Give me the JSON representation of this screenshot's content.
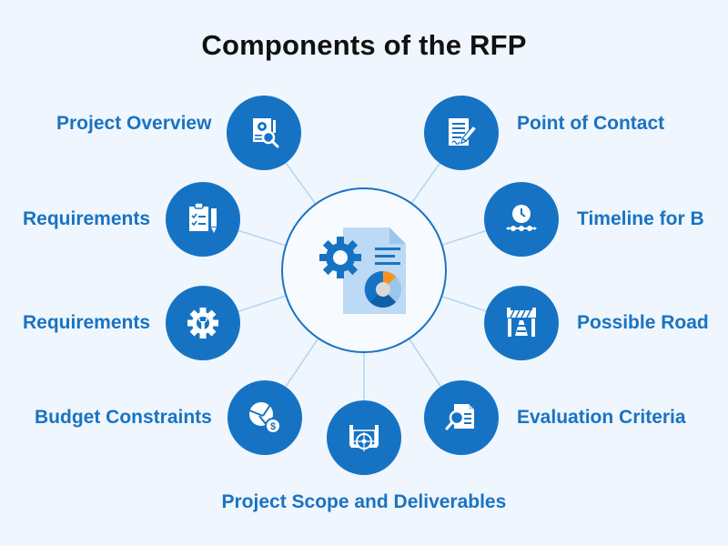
{
  "title": "Components of the RFP",
  "colors": {
    "background": "#eff6fe",
    "node_fill": "#1673c4",
    "label_text": "#1a73c2",
    "connector": "#b8d5f0",
    "hub_border": "#1a73c2",
    "hub_fill": "#f7fbff",
    "accent_orange": "#f7931e"
  },
  "hub": {
    "name": "rfp-document-icon",
    "label": ""
  },
  "nodes": [
    {
      "id": "project-overview",
      "label": "Project Overview",
      "icon": "document-gear-search-icon",
      "side": "left"
    },
    {
      "id": "requirements-1",
      "label": "Requirements",
      "icon": "clipboard-checklist-icon",
      "side": "left"
    },
    {
      "id": "requirements-2",
      "label": "Requirements",
      "icon": "gear-wrench-icon",
      "side": "left"
    },
    {
      "id": "budget-constraints",
      "label": "Budget Constraints",
      "icon": "pie-dollar-icon",
      "side": "left"
    },
    {
      "id": "project-scope",
      "label": "Project Scope and Deliverables",
      "icon": "blueprint-target-icon",
      "side": "bottom"
    },
    {
      "id": "evaluation-criteria",
      "label": "Evaluation Criteria",
      "icon": "document-magnifier-icon",
      "side": "right"
    },
    {
      "id": "possible-roadblocks",
      "label": "Possible Road",
      "icon": "roadblock-cone-icon",
      "side": "right"
    },
    {
      "id": "timeline",
      "label": "Timeline for B",
      "icon": "clock-timeline-icon",
      "side": "right"
    },
    {
      "id": "point-of-contact",
      "label": "Point of Contact",
      "icon": "document-signature-icon",
      "side": "right"
    }
  ]
}
